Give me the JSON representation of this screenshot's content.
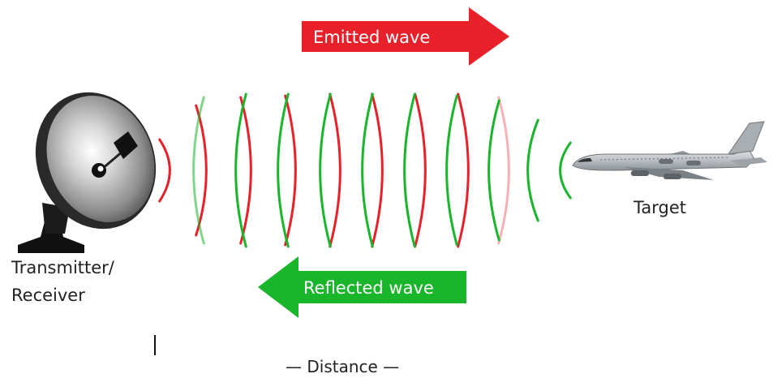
{
  "colors": {
    "emitted": "#e8202a",
    "reflected": "#19b52b",
    "dish": "#9a9a9a",
    "aircraft": "#b8bcc0"
  },
  "labels": {
    "emitted_wave": "Emitted wave",
    "reflected_wave": "Reflected wave",
    "transmitter": "Transmitter/",
    "receiver": "Receiver",
    "target": "Target",
    "distance": "— Distance —"
  },
  "icons": {
    "antenna": "radar-dish-icon",
    "target": "airplane-icon"
  }
}
